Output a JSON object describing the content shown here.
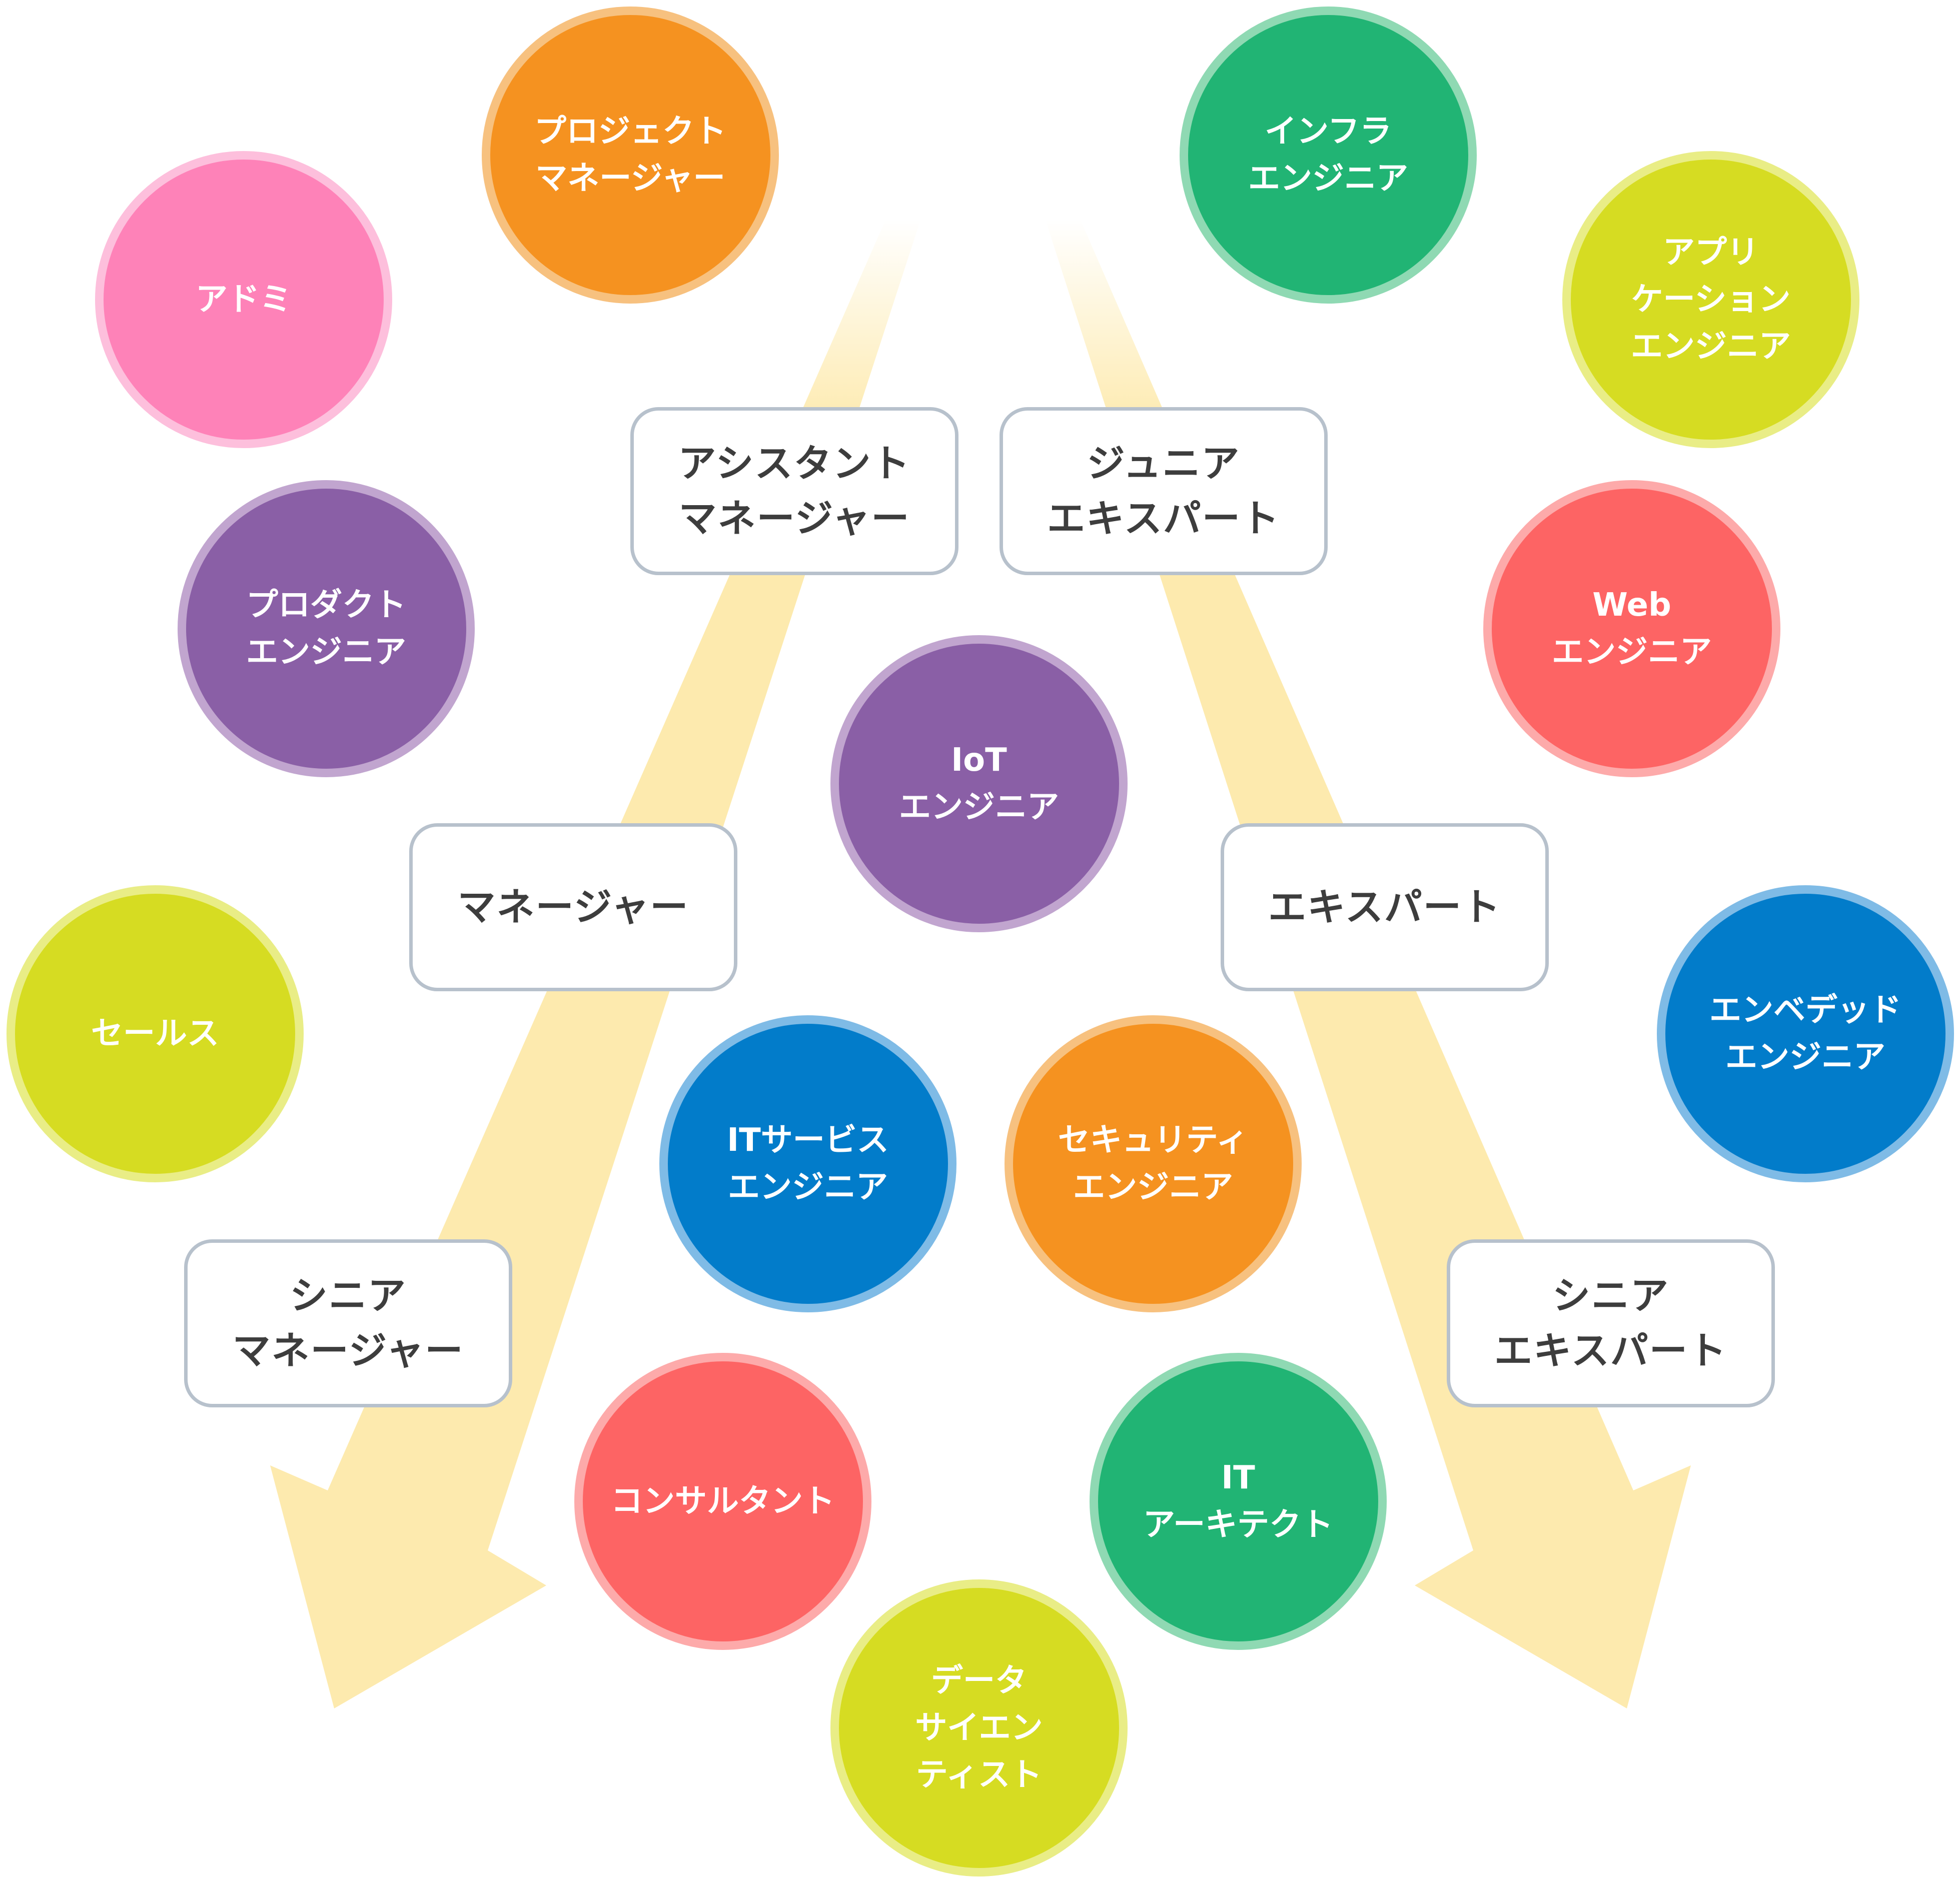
{
  "colors": {
    "arrow": "#fdeaae",
    "box_border": "#b7c1cc",
    "box_text": "#3d3d3d",
    "orange": "#f59220",
    "pink": "#fe82b8",
    "purple": "#8a5fa6",
    "lime": "#d6dc22",
    "green": "#21b474",
    "red": "#fd6464",
    "blue": "#027cca"
  },
  "roles": {
    "project_manager": "プロジェクト\nマネージャー",
    "admin": "アドミ",
    "product_engineer": "プロダクト\nエンジニア",
    "sales": "セールス",
    "infra_engineer": "インフラ\nエンジニア",
    "application_engineer": "アプリ\nケーション\nエンジニア",
    "web_engineer": "Web\nエンジニア",
    "embedded_engineer": "エンベデッド\nエンジニア",
    "iot_engineer": "IoT\nエンジニア",
    "it_service_engineer": "ITサービス\nエンジニア",
    "security_engineer": "セキュリティ\nエンジニア",
    "consultant": "コンサルタント",
    "it_architect": "IT\nアーキテクト",
    "data_scientist": "データ\nサイエン\nティスト"
  },
  "stages": {
    "assistant_manager": "アシスタント\nマネージャー",
    "junior_expert": "ジュニア\nエキスパート",
    "manager": "マネージャー",
    "expert": "エキスパート",
    "senior_manager": "シニア\nマネージャー",
    "senior_expert": "シニア\nエキスパート"
  }
}
